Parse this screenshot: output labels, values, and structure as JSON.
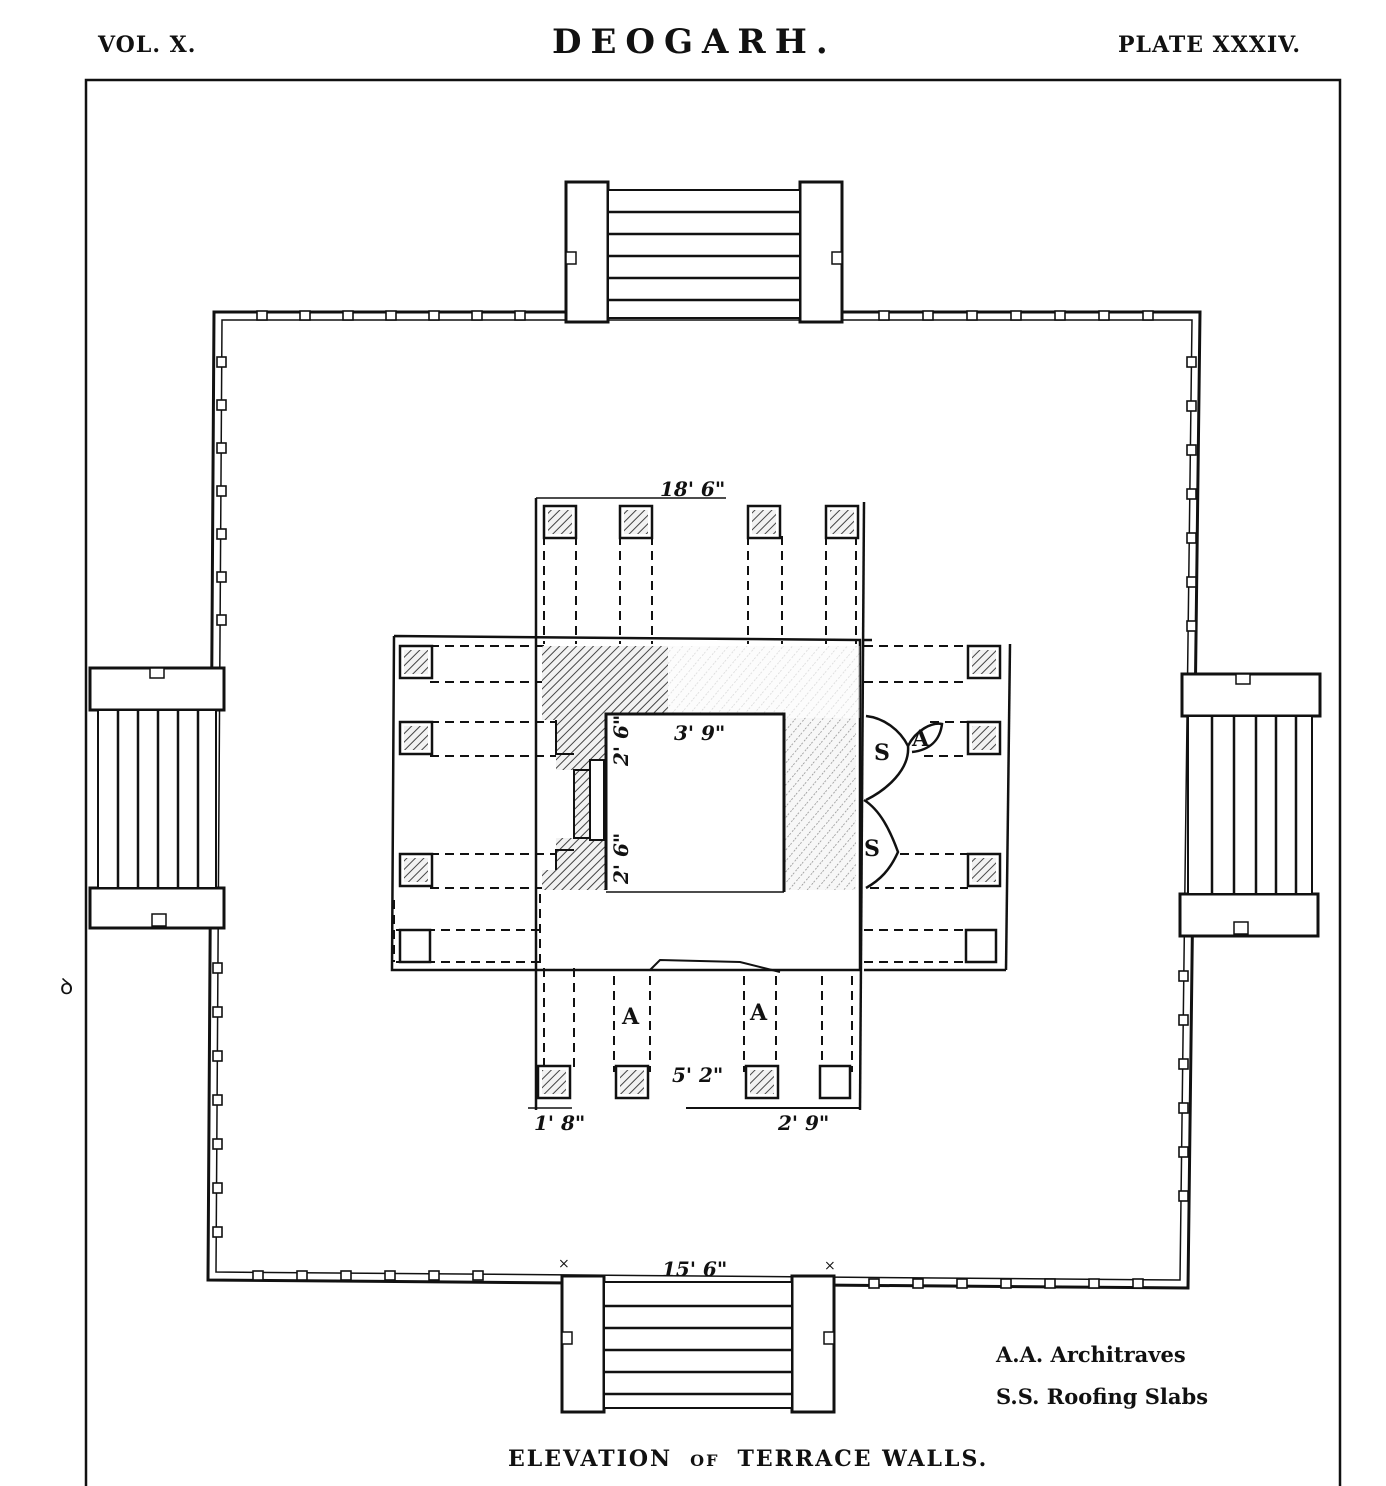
{
  "header": {
    "volume": "VOL. X.",
    "title": "DEOGARH.",
    "plate": "PLATE XXXIV."
  },
  "dimensions": {
    "top_width": "18' 6\"",
    "inner_width": "3' 9\"",
    "inner_left_upper": "2' 6\"",
    "inner_left_lower": "2' 6\"",
    "south_gap": "5' 2\"",
    "pillar_left": "1' 8\"",
    "pillar_right": "2' 9\"",
    "stair_width": "15' 6\""
  },
  "labels": {
    "a_east": "A",
    "s_upper": "S",
    "s_lower": "S",
    "a_south_left": "A",
    "a_south_right": "A",
    "margin_mark": "ꝺ"
  },
  "legend": {
    "architraves": "A.A. Architraves",
    "roofing": "S.S. Roofing Slabs"
  },
  "caption": {
    "word1": "ELEVATION",
    "word2": "OF",
    "word3": "TERRACE WALLS."
  }
}
